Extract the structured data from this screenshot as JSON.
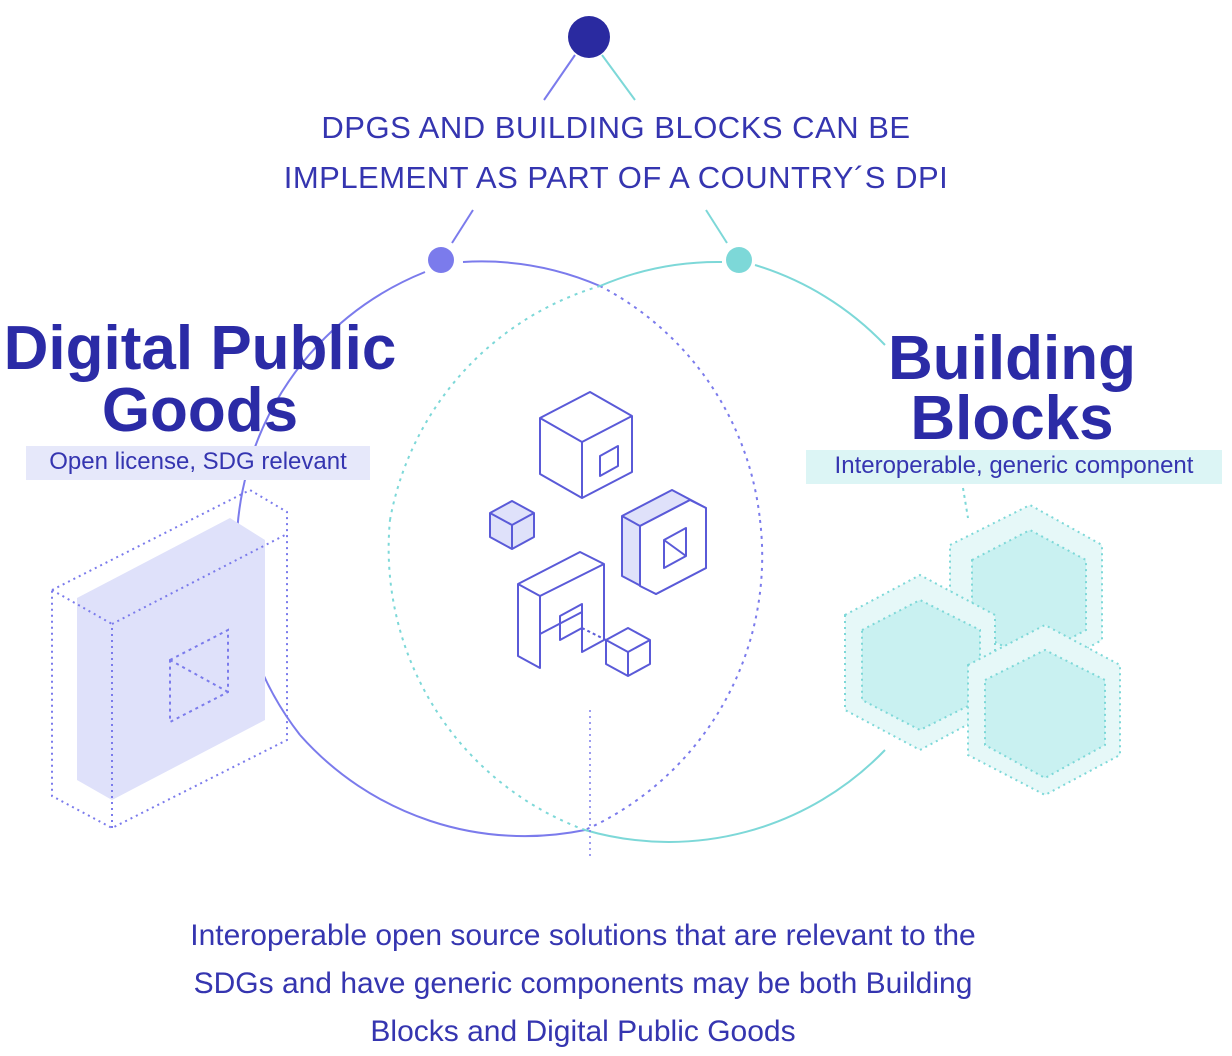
{
  "headline": {
    "line1": "DPGS AND BUILDING BLOCKS CAN BE",
    "line2": "IMPLEMENT AS PART OF A COUNTRY´S DPI"
  },
  "left_set": {
    "title_line1": "Digital Public",
    "title_line2": "Goods",
    "subtitle": "Open license, SDG relevant",
    "color": "#7b7bec"
  },
  "right_set": {
    "title_line1": "Building",
    "title_line2": "Blocks",
    "subtitle": "Interoperable, generic component",
    "color": "#7dd8d8"
  },
  "caption": {
    "line1": "Interoperable open source solutions that are relevant to the",
    "line2": "SDGs and have generic components may be both Building",
    "line3": "Blocks and Digital Public Goods"
  },
  "colors": {
    "navy": "#2b2ba6",
    "purple": "#7b7bec",
    "teal": "#7dd8d8",
    "purple_fill": "#dfe1fa",
    "teal_fill": "#d9f6f6"
  }
}
